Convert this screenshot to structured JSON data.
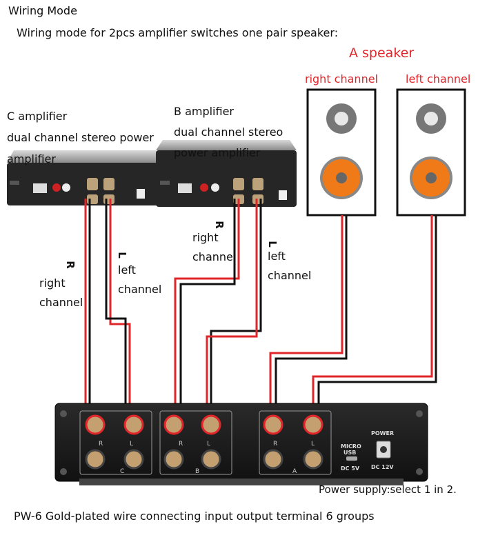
{
  "title": "Wiring Mode",
  "subtitle": "Wiring mode for 2pcs amplifier switches one pair speaker:",
  "speaker": {
    "title": "A speaker",
    "right_label": "right channel",
    "left_label": "left channel"
  },
  "amp_c": {
    "line1": "C amplifier",
    "line2": "dual channel stereo power",
    "line3": "amplifier"
  },
  "amp_b": {
    "line1": "B amplifier",
    "line2": "dual channel stereo",
    "line3": "power amplifier"
  },
  "wire_labels": {
    "c_right_letter": "R",
    "c_right_1": "right",
    "c_right_2": "channel",
    "c_left_letter": "L",
    "c_left_1": "left",
    "c_left_2": "channel",
    "b_right_letter": "R",
    "b_right_1": "right",
    "b_right_2": "channel",
    "b_left_letter": "L",
    "b_left_1": "left",
    "b_left_2": "channel"
  },
  "switch_panel": {
    "terminal_r": "R",
    "terminal_l": "L",
    "group_c": "C",
    "group_b": "B",
    "group_a": "A",
    "micro_usb_1": "MICRO",
    "micro_usb_2": "USB",
    "dc5v": "DC 5V",
    "power": "POWER",
    "dc12v": "DC 12V"
  },
  "power_note": "Power supply:select 1 in 2.",
  "footer": "PW-6 Gold-plated wire connecting input output terminal 6 groups",
  "colors": {
    "red_wire": "#e0262a",
    "black_wire": "#111111",
    "woofer": "#f07a17",
    "panel": "#1c1c1c",
    "amp_body": "#2a2a2a"
  }
}
